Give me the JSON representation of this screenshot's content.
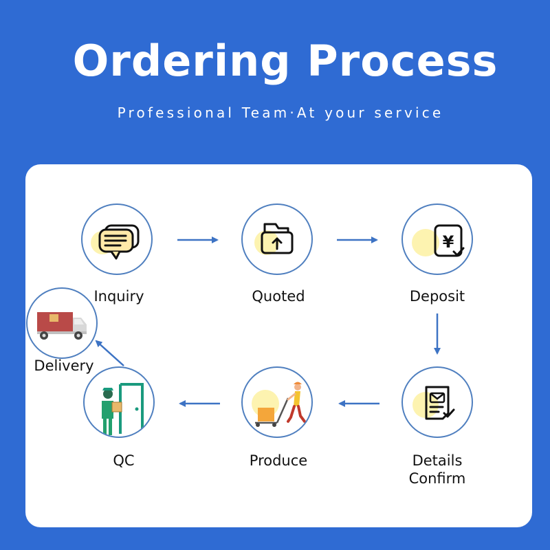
{
  "header": {
    "title": "Ordering Process",
    "subtitle": "Professional Team·At your service"
  },
  "steps": [
    {
      "label": "Inquiry",
      "icon": "chat-bubble-icon"
    },
    {
      "label": "Quoted",
      "icon": "folder-upload-icon"
    },
    {
      "label": "Deposit",
      "icon": "yen-document-icon"
    },
    {
      "label": "Details\nConfirm",
      "icon": "document-check-icon"
    },
    {
      "label": "Produce",
      "icon": "worker-cart-icon"
    },
    {
      "label": "QC",
      "icon": "inspector-door-icon"
    },
    {
      "label": "Delivery",
      "icon": "delivery-truck-icon"
    }
  ],
  "colors": {
    "background": "#2f6bd3",
    "panel": "#ffffff",
    "arrow": "#3d73c4",
    "circle_border": "#4f7fbf",
    "accent_blob": "#fdf3b0"
  }
}
